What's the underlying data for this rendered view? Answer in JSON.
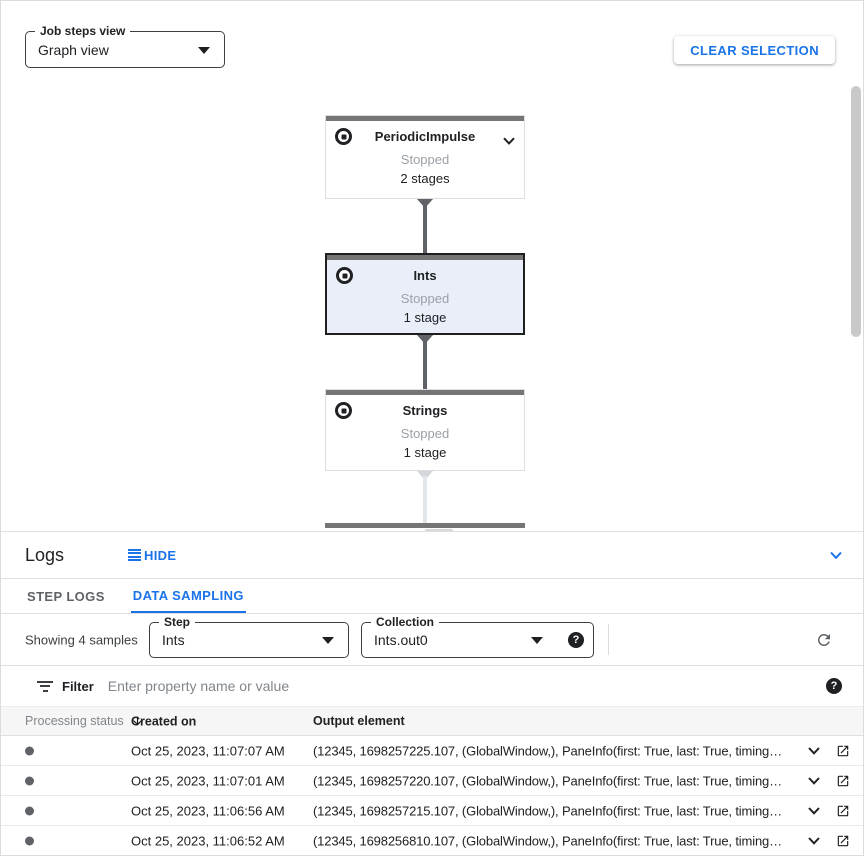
{
  "colors": {
    "accent": "#1a73e8",
    "node_top_bar": "#757575",
    "selected_node_bg": "#e9eef8",
    "stopped_text": "#9aa0a6"
  },
  "toolbar": {
    "job_steps_view": {
      "label": "Job steps view",
      "value": "Graph view"
    },
    "clear_selection_label": "CLEAR SELECTION"
  },
  "graph": {
    "nodes": [
      {
        "title": "PeriodicImpulse",
        "status": "Stopped",
        "stages": "2 stages"
      },
      {
        "title": "Ints",
        "status": "Stopped",
        "stages": "1 stage"
      },
      {
        "title": "Strings",
        "status": "Stopped",
        "stages": "1 stage"
      }
    ]
  },
  "logs_panel": {
    "title": "Logs",
    "hide_button_label": "HIDE",
    "tabs": [
      {
        "label": "STEP LOGS"
      },
      {
        "label": "DATA SAMPLING"
      }
    ],
    "sampling": {
      "showing": "Showing 4 samples",
      "step_field": {
        "label": "Step",
        "value": "Ints"
      },
      "collection_field": {
        "label": "Collection",
        "value": "Ints.out0"
      },
      "filter": {
        "label": "Filter",
        "placeholder": "Enter property name or value"
      },
      "table": {
        "columns": [
          "Processing status",
          "Created on",
          "Output element"
        ],
        "rows": [
          {
            "created_on": "Oct 25, 2023, 11:07:07 AM",
            "output_element": "(12345, 1698257225.107, (GlobalWindow,), PaneInfo(first: True, last: True, timing…"
          },
          {
            "created_on": "Oct 25, 2023, 11:07:01 AM",
            "output_element": "(12345, 1698257220.107, (GlobalWindow,), PaneInfo(first: True, last: True, timing…"
          },
          {
            "created_on": "Oct 25, 2023, 11:06:56 AM",
            "output_element": "(12345, 1698257215.107, (GlobalWindow,), PaneInfo(first: True, last: True, timing…"
          },
          {
            "created_on": "Oct 25, 2023, 11:06:52 AM",
            "output_element": "(12345, 1698256810.107, (GlobalWindow,), PaneInfo(first: True, last: True, timing…"
          }
        ]
      }
    }
  }
}
